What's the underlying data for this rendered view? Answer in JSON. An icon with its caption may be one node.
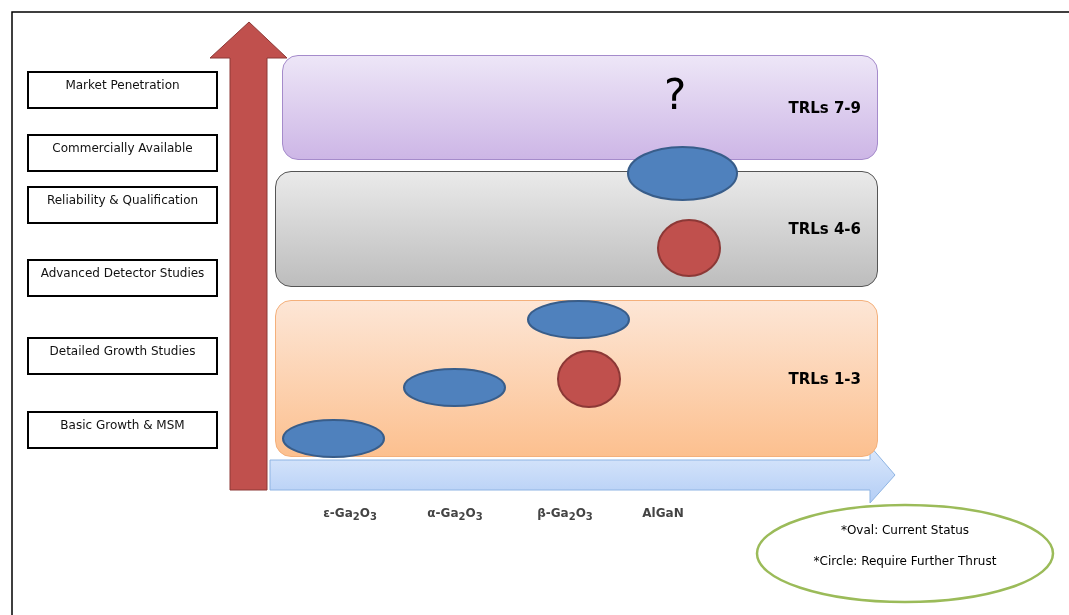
{
  "diagram": {
    "nodes": [
      {
        "text": [
          "Market Penetration"
        ]
      },
      {
        "text": [
          "Commercially Available"
        ]
      },
      {
        "text": [
          "Reliability & Qualification"
        ]
      },
      {
        "text": [
          "Advanced Detector Studies"
        ]
      },
      {
        "text": [
          "Detailed Growth Studies"
        ]
      },
      {
        "text": [
          "Basic Growth & MSM"
        ]
      },
      {
        "text": [
          "?",
          "TRLs 7-9"
        ]
      },
      {
        "text": [
          "TRLs 4-6"
        ]
      },
      {
        "text": [
          "TRLs 1-3"
        ]
      },
      {
        "text": [],
        "shape": "ellipse"
      },
      {
        "text": [],
        "shape": "circle",
        "in": 7
      },
      {
        "text": [],
        "shape": "ellipse",
        "in": 8
      },
      {
        "text": [],
        "shape": "circle",
        "in": 8
      },
      {
        "text": [],
        "shape": "ellipse",
        "in": 8
      },
      {
        "text": [],
        "shape": "ellipse",
        "in": 8
      },
      {
        "text": [
          "*Oval: Current Status",
          "*Circle: Require Further Thrust"
        ]
      }
    ],
    "edges": [],
    "labels": [
      "ε-Ga$_{2}$O$_{3}$",
      "α-Ga$_{2}$O$_{3}$",
      "β-Ga$_{2}$O$_{3}$",
      "AlGaN"
    ]
  }
}
